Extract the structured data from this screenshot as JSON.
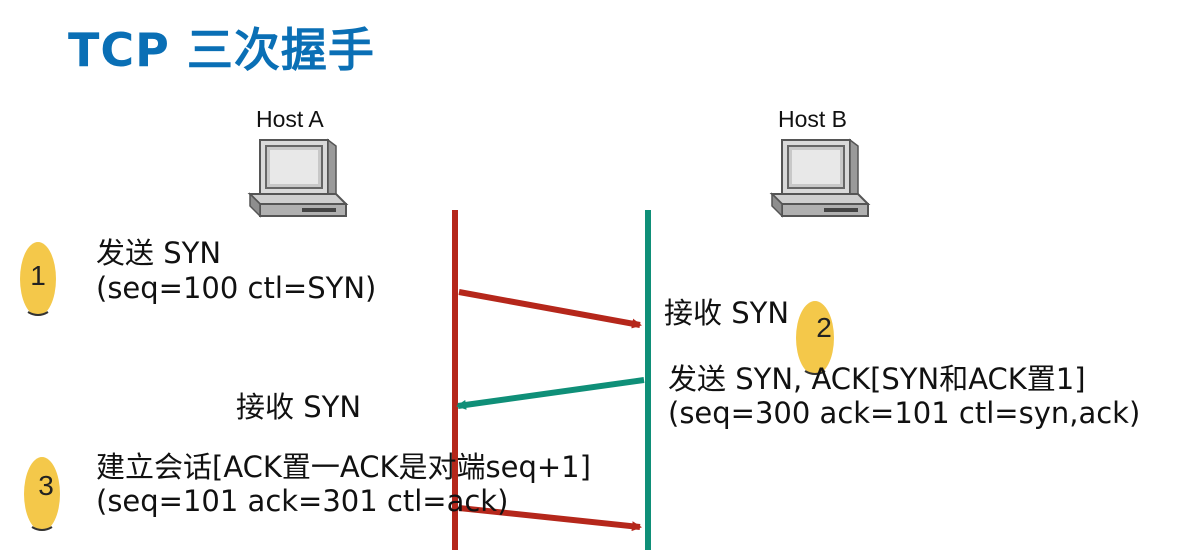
{
  "title": "TCP 三次握手",
  "hosts": {
    "a": {
      "label": "Host A"
    },
    "b": {
      "label": "Host B"
    }
  },
  "steps": [
    {
      "number": "1",
      "line1": "发送 SYN",
      "line2": "(seq=100 ctl=SYN)"
    },
    {
      "number": "2",
      "receive": "接收 SYN",
      "line1": "发送 SYN, ACK[SYN和ACK置1]",
      "line2": "(seq=300 ack=101 ctl=syn,ack)"
    },
    {
      "number": "3",
      "receive": "接收 SYN",
      "line1": "建立会话[ACK置一ACK是对端seq+1]",
      "line2": "(seq=101 ack=301 ctl=ack)"
    }
  ],
  "colors": {
    "title": "#0a6fb5",
    "host_a_line": "#b5271b",
    "host_b_line": "#0f8f78",
    "badge": "#f4c84a",
    "arrow_syn": "#b5271b",
    "arrow_synack": "#0f8f78",
    "arrow_ack": "#b5271b"
  },
  "icons": [
    "computer-icon",
    "computer-icon"
  ]
}
